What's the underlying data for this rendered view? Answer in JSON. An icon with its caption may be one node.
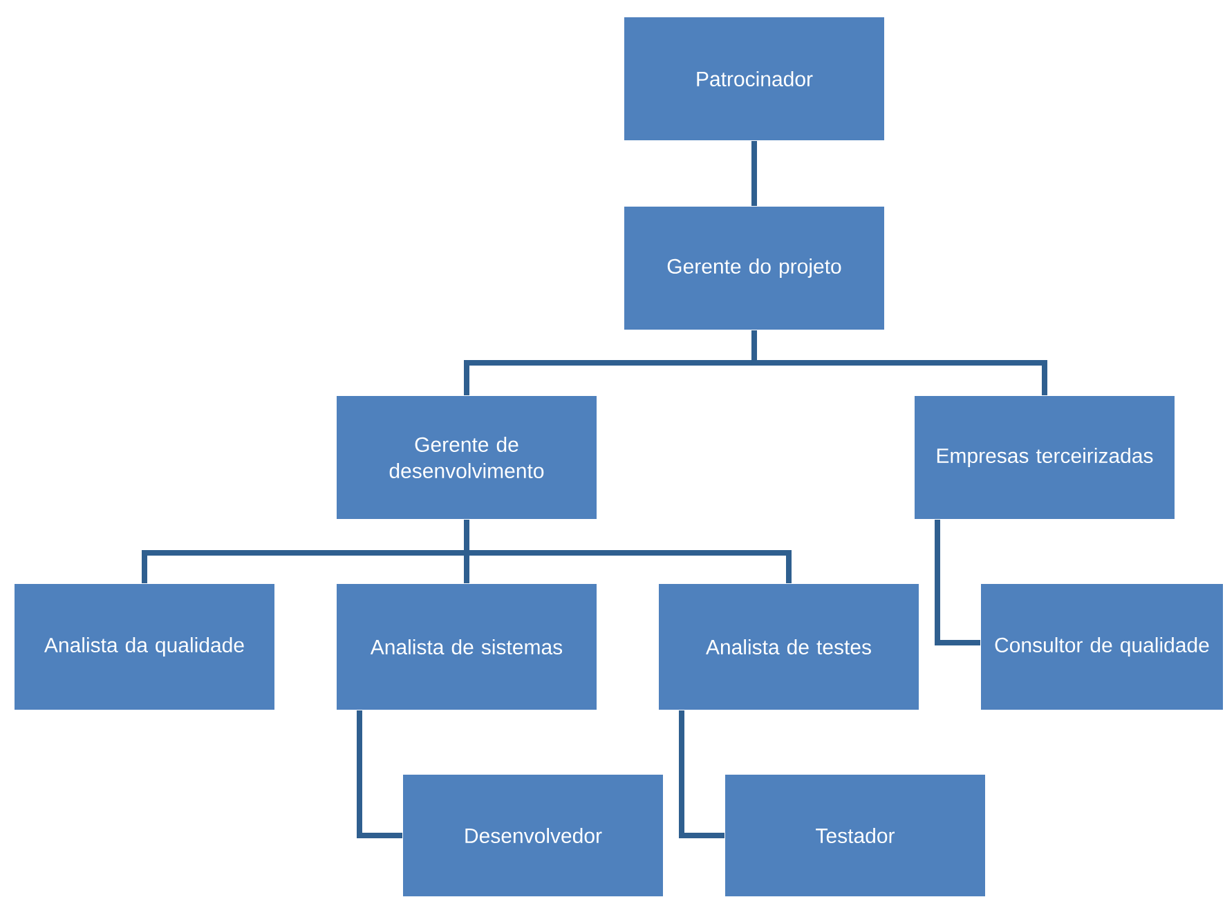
{
  "diagram": {
    "nodes": [
      {
        "text": [
          "Patrocinador"
        ]
      },
      {
        "text": [
          "Gerente do projeto"
        ]
      },
      {
        "text": [
          "Gerente de desenvolvimento"
        ]
      },
      {
        "text": [
          "Empresas terceirizadas"
        ]
      },
      {
        "text": [
          "Analista da qualidade"
        ]
      },
      {
        "text": [
          "Analista de sistemas"
        ]
      },
      {
        "text": [
          "Analista de testes"
        ]
      },
      {
        "text": [
          "Consultor de qualidade"
        ]
      },
      {
        "text": [
          "Desenvolvedor"
        ]
      },
      {
        "text": [
          "Testador"
        ]
      }
    ],
    "edges": [
      {
        "from": 0,
        "to": 1,
        "arrow": "none"
      },
      {
        "from": 1,
        "to": 2,
        "arrow": "none"
      },
      {
        "from": 1,
        "to": 3,
        "arrow": "none"
      },
      {
        "from": 2,
        "to": 4,
        "arrow": "none"
      },
      {
        "from": 2,
        "to": 5,
        "arrow": "none"
      },
      {
        "from": 2,
        "to": 6,
        "arrow": "none"
      },
      {
        "from": 3,
        "to": 7,
        "arrow": "none"
      },
      {
        "from": 5,
        "to": 8,
        "arrow": "none"
      },
      {
        "from": 6,
        "to": 9,
        "arrow": "none"
      }
    ]
  }
}
